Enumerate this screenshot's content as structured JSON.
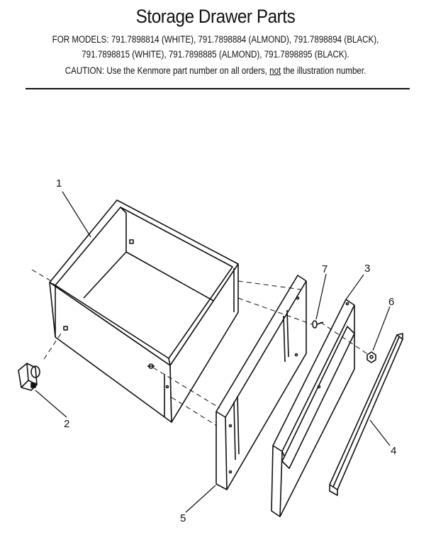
{
  "header": {
    "title": "Storage Drawer Parts",
    "models_line1": "FOR MODELS:  791.7898814 (WHITE), 791.7898884 (ALMOND), 791.7898894 (BLACK),",
    "models_line2": "791.7898815 (WHITE), 791.7898885 (ALMOND), 791.7898895 (BLACK).",
    "caution_prefix": "CAUTION:  Use the Kenmore part number on all orders, ",
    "caution_emphasis": "not",
    "caution_suffix": " the illustration number."
  },
  "callouts": {
    "c1": "1",
    "c2": "2",
    "c3": "3",
    "c4": "4",
    "c5": "5",
    "c6": "6",
    "c7": "7"
  }
}
